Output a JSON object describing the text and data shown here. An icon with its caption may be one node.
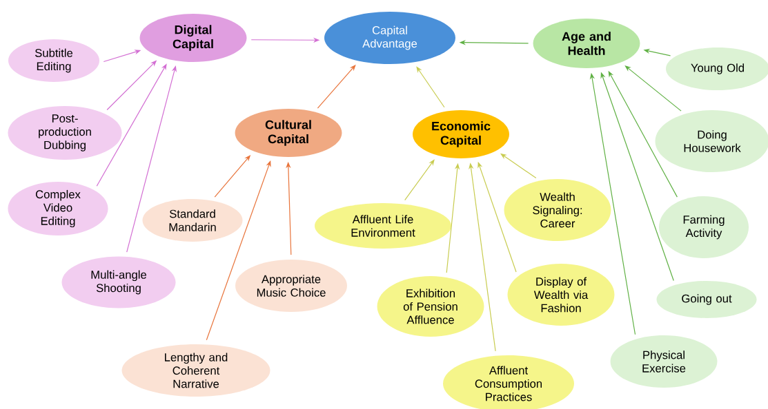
{
  "diagram": {
    "nodes": [
      {
        "text": [
          "Capital Advantage"
        ]
      },
      {
        "text": [
          "Digital Capital"
        ]
      },
      {
        "text": [
          "Age and Health"
        ]
      },
      {
        "text": [
          "Cultural Capital"
        ]
      },
      {
        "text": [
          "Economic Capital"
        ]
      },
      {
        "text": [
          "Subtitle Editing"
        ]
      },
      {
        "text": [
          "Post-production Dubbing"
        ]
      },
      {
        "text": [
          "Complex Video Editing"
        ]
      },
      {
        "text": [
          "Multi-angle Shooting"
        ]
      },
      {
        "text": [
          "Standard Mandarin"
        ]
      },
      {
        "text": [
          "Appropriate Music Choice"
        ]
      },
      {
        "text": [
          "Lengthy and Coherent Narrative"
        ]
      },
      {
        "text": [
          "Affluent Life Environment"
        ]
      },
      {
        "text": [
          "Wealth Signaling: Career"
        ]
      },
      {
        "text": [
          "Exhibition of Pension Affluence"
        ]
      },
      {
        "text": [
          "Display of Wealth via Fashion"
        ]
      },
      {
        "text": [
          "Affluent Consumption Practices"
        ]
      },
      {
        "text": [
          "Young Old"
        ]
      },
      {
        "text": [
          "Doing Housework"
        ]
      },
      {
        "text": [
          "Farming Activity"
        ]
      },
      {
        "text": [
          "Going out"
        ]
      },
      {
        "text": [
          "Physical Exercise"
        ]
      }
    ],
    "edges": [
      {
        "from": 1,
        "to": 0,
        "arrow": "to",
        "color": "#d36fd3"
      },
      {
        "from": 2,
        "to": 0,
        "arrow": "to",
        "color": "#5fb043"
      },
      {
        "from": 3,
        "to": 0,
        "arrow": "to",
        "color": "#e8743b"
      },
      {
        "from": 4,
        "to": 0,
        "arrow": "to",
        "color": "#c8cc50"
      },
      {
        "from": 5,
        "to": 1,
        "arrow": "to",
        "color": "#d36fd3"
      },
      {
        "from": 6,
        "to": 1,
        "arrow": "to",
        "color": "#d36fd3"
      },
      {
        "from": 7,
        "to": 1,
        "arrow": "to",
        "color": "#d36fd3"
      },
      {
        "from": 8,
        "to": 1,
        "arrow": "to",
        "color": "#d36fd3"
      },
      {
        "from": 9,
        "to": 3,
        "arrow": "to",
        "color": "#e8743b"
      },
      {
        "from": 10,
        "to": 3,
        "arrow": "to",
        "color": "#e8743b"
      },
      {
        "from": 11,
        "to": 3,
        "arrow": "to",
        "color": "#e8743b"
      },
      {
        "from": 12,
        "to": 4,
        "arrow": "to",
        "color": "#c8cc50"
      },
      {
        "from": 13,
        "to": 4,
        "arrow": "to",
        "color": "#c8cc50"
      },
      {
        "from": 14,
        "to": 4,
        "arrow": "to",
        "color": "#c8cc50"
      },
      {
        "from": 15,
        "to": 4,
        "arrow": "to",
        "color": "#c8cc50"
      },
      {
        "from": 16,
        "to": 4,
        "arrow": "to",
        "color": "#c8cc50"
      },
      {
        "from": 17,
        "to": 2,
        "arrow": "to",
        "color": "#5fb043"
      },
      {
        "from": 18,
        "to": 2,
        "arrow": "to",
        "color": "#5fb043"
      },
      {
        "from": 19,
        "to": 2,
        "arrow": "to",
        "color": "#5fb043"
      },
      {
        "from": 20,
        "to": 2,
        "arrow": "to",
        "color": "#5fb043"
      },
      {
        "from": 21,
        "to": 2,
        "arrow": "to",
        "color": "#5fb043"
      }
    ]
  }
}
